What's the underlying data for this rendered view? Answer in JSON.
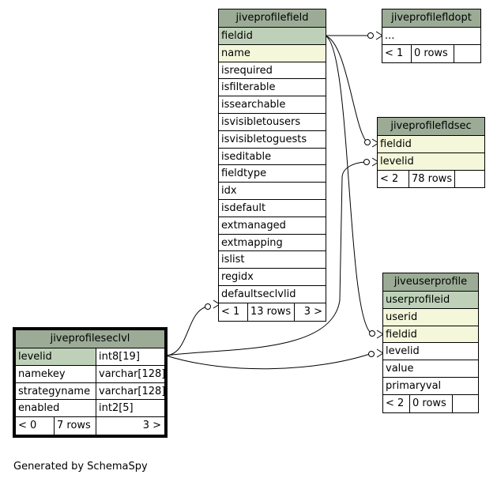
{
  "tables": {
    "jiveprofilefield": {
      "name": "jiveprofilefield",
      "columns": [
        {
          "name": "fieldid",
          "key": "pk"
        },
        {
          "name": "name",
          "key": "fk"
        },
        {
          "name": "isrequired"
        },
        {
          "name": "isfilterable"
        },
        {
          "name": "issearchable"
        },
        {
          "name": "isvisibletousers"
        },
        {
          "name": "isvisibletoguests"
        },
        {
          "name": "iseditable"
        },
        {
          "name": "fieldtype"
        },
        {
          "name": "idx"
        },
        {
          "name": "isdefault"
        },
        {
          "name": "extmanaged"
        },
        {
          "name": "extmapping"
        },
        {
          "name": "islist"
        },
        {
          "name": "regidx"
        },
        {
          "name": "defaultseclvlid"
        }
      ],
      "footer": {
        "parents": "< 1",
        "rows": "13 rows",
        "children": "3 >"
      }
    },
    "jiveprofilefldopt": {
      "name": "jiveprofilefldopt",
      "columns": [
        {
          "name": "..."
        }
      ],
      "footer": {
        "parents": "< 1",
        "rows": "0 rows",
        "children": ""
      }
    },
    "jiveprofilefldsec": {
      "name": "jiveprofilefldsec",
      "columns": [
        {
          "name": "fieldid",
          "key": "fk"
        },
        {
          "name": "levelid",
          "key": "fk"
        }
      ],
      "footer": {
        "parents": "< 2",
        "rows": "78 rows",
        "children": ""
      }
    },
    "jiveuserprofile": {
      "name": "jiveuserprofile",
      "columns": [
        {
          "name": "userprofileid",
          "key": "pk"
        },
        {
          "name": "userid",
          "key": "fk"
        },
        {
          "name": "fieldid",
          "key": "fk"
        },
        {
          "name": "levelid"
        },
        {
          "name": "value"
        },
        {
          "name": "primaryval"
        }
      ],
      "footer": {
        "parents": "< 2",
        "rows": "0 rows",
        "children": ""
      }
    },
    "jiveprofileseclvl": {
      "name": "jiveprofileseclvl",
      "columns": [
        {
          "name": "levelid",
          "type": "int8[19]",
          "key": "pk"
        },
        {
          "name": "namekey",
          "type": "varchar[128]"
        },
        {
          "name": "strategyname",
          "type": "varchar[128]"
        },
        {
          "name": "enabled",
          "type": "int2[5]"
        }
      ],
      "footer": {
        "parents": "< 0",
        "rows": "7 rows",
        "children": "3 >"
      }
    }
  },
  "caption": "Generated by SchemaSpy",
  "colors": {
    "header": "#9bab96",
    "primary_key": "#bed1b8",
    "foreign_key": "#f4f7da",
    "border": "#000000",
    "background": "#ffffff"
  }
}
